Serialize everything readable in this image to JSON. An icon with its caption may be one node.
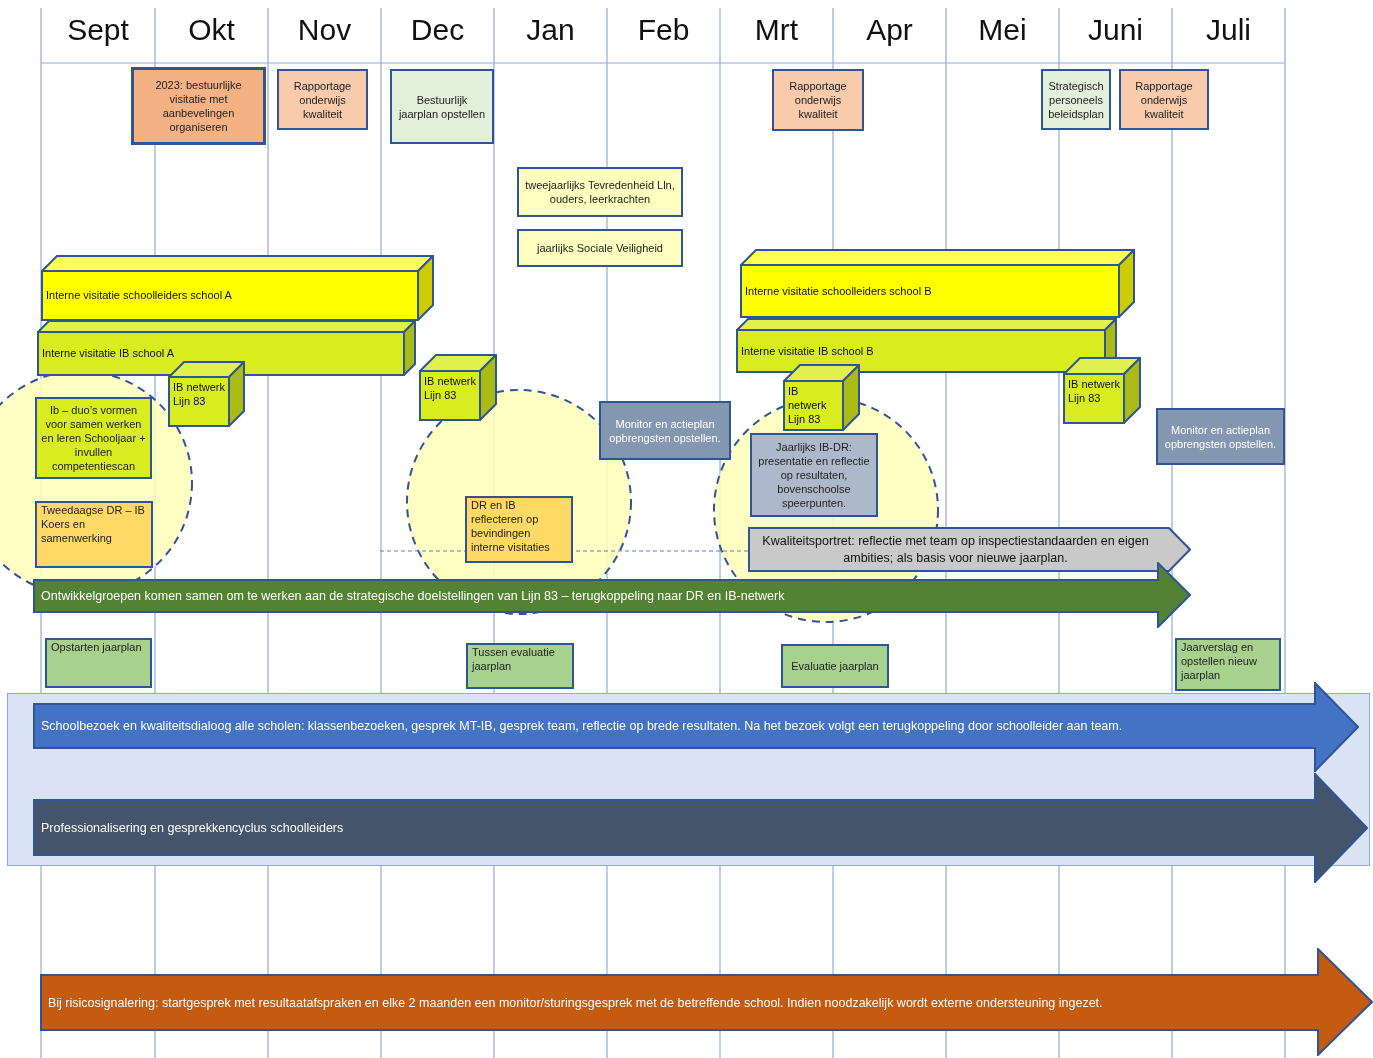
{
  "diagram": {
    "nodes": [
      {
        "text": [
          "2023: bestuurlijke visitatie met aanbevelingen organiseren"
        ]
      },
      {
        "text": [
          "Rapportage onderwijs kwaliteit"
        ]
      },
      {
        "text": [
          "Bestuurlijk jaarplan opstellen"
        ]
      },
      {
        "text": [
          "Rapportage onderwijs kwaliteit"
        ]
      },
      {
        "text": [
          "Strategisch personeels beleidsplan"
        ]
      },
      {
        "text": [
          "Rapportage onderwijs kwaliteit"
        ]
      },
      {
        "text": [
          "tweejaarlijks Tevredenheid Lln, ouders, leerkrachten"
        ]
      },
      {
        "text": [
          "jaarlijks Sociale Veiligheid"
        ]
      },
      {
        "text": [
          "Interne visitatie schoolleiders school A"
        ]
      },
      {
        "text": [
          "Interne visitatie IB school A"
        ]
      },
      {
        "text": [
          "Interne visitatie schoolleiders school B"
        ]
      },
      {
        "text": [
          "Interne visitatie IB school B"
        ]
      },
      {
        "text": [
          "IB netwerk Lijn 83"
        ]
      },
      {
        "text": [
          "IB netwerk Lijn 83"
        ]
      },
      {
        "text": [
          "IB netwerk Lijn 83"
        ]
      },
      {
        "text": [
          "IB netwerk Lijn 83"
        ]
      },
      {
        "text": [
          "Ib – duo’s vormen voor samen werken en leren Schooljaar + invullen competentiescan"
        ]
      },
      {
        "text": [
          "Tweedaagse DR – IB Koers en samenwerking"
        ]
      },
      {
        "text": [
          "Monitor en actieplan opbrengsten opstellen."
        ]
      },
      {
        "text": [
          "Jaarlijks IB-DR: presentatie en reflectie op resultaten, bovenschoolse speerpunten."
        ]
      },
      {
        "text": [
          "DR en IB reflecteren op bevindingen interne visitaties"
        ]
      },
      {
        "text": [
          "Monitor en actieplan opbrengsten opstellen."
        ]
      },
      {
        "text": [
          "Kwaliteitsportret: reflectie met team op inspectiestandaarden en eigen ambities; als basis voor nieuwe jaarplan."
        ]
      },
      {
        "text": [
          "Ontwikkelgroepen komen samen om te werken aan de strategische doelstellingen van Lijn 83 – terugkoppeling naar DR en IB-netwerk"
        ]
      },
      {
        "text": [
          "Opstarten jaarplan"
        ]
      },
      {
        "text": [
          "Tussen evaluatie jaarplan"
        ]
      },
      {
        "text": [
          "Evaluatie jaarplan"
        ]
      },
      {
        "text": [
          "Jaarverslag en opstellen nieuw jaarplan"
        ]
      },
      {
        "text": [
          "Schoolbezoek en kwaliteitsdialoog alle scholen: klassenbezoeken, gesprek MT-IB, gesprek team, reflectie op brede resultaten. Na het bezoek volgt een terugkoppeling door schoolleider aan team."
        ]
      },
      {
        "text": [
          "Professionalisering en gesprekkencyclus schoolleiders"
        ]
      },
      {
        "text": [
          "Bij risicosignalering: startgesprek met resultaatafspraken en elke 2 maanden een monitor/sturingsgesprek met de betreffende school. Indien noodzakelijk wordt externe ondersteuning ingezet."
        ]
      }
    ],
    "labels": [
      "Sept",
      "Okt",
      "Nov",
      "Dec",
      "Jan",
      "Feb",
      "Mrt",
      "Apr",
      "Mei",
      "Juni",
      "Juli"
    ]
  }
}
